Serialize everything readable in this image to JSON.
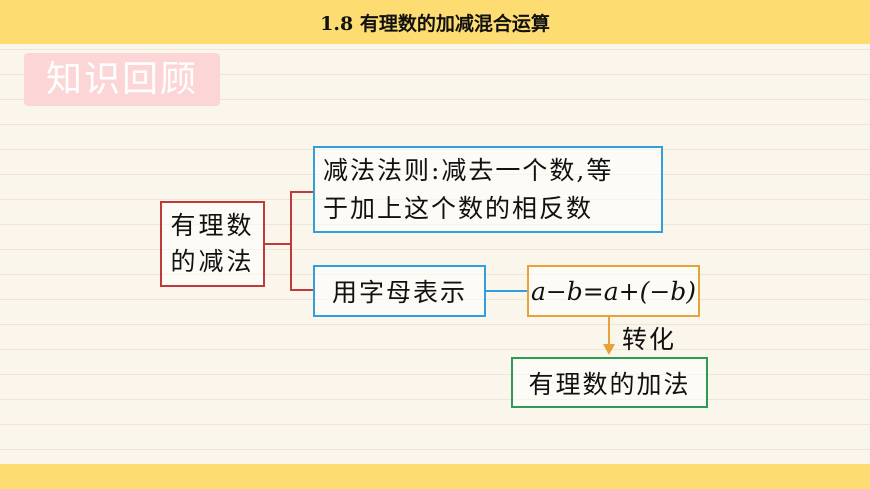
{
  "header": {
    "title": "1.8 有理数的加减混合运算"
  },
  "section_tag": "知识回顾",
  "diagram": {
    "root": [
      "有理数",
      "的减法"
    ],
    "rule": [
      "减法法则:减去一个数,等",
      "于加上这个数的相反数"
    ],
    "represent": "用字母表示",
    "formula": "a−b=a+(−b)",
    "transform": "转化",
    "result": "有理数的加法"
  }
}
